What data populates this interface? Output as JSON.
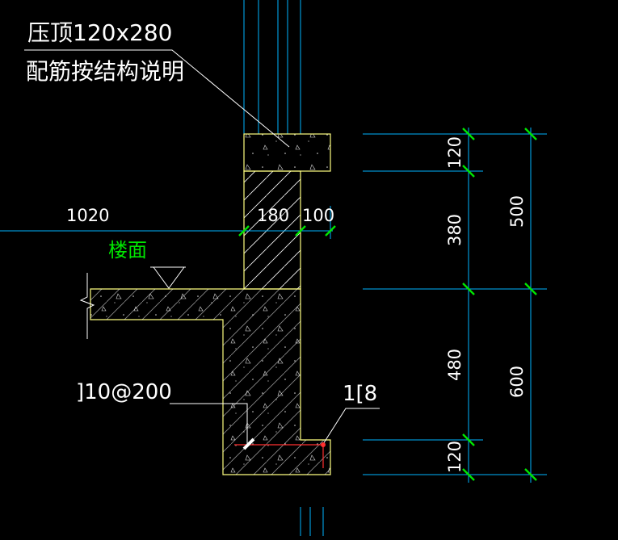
{
  "annotations": {
    "coping_title": "压顶120x280",
    "coping_note": "配筋按结构说明",
    "floor_label": "楼面",
    "rebar_left": "]10@200",
    "rebar_right": "1[8"
  },
  "dimensions": {
    "width_1020": "1020",
    "width_180": "180",
    "width_100": "100",
    "h_120_top": "120",
    "h_380": "380",
    "h_480": "480",
    "h_120_bottom": "120",
    "total_500": "500",
    "total_600": "600"
  },
  "colors": {
    "background": "#000000",
    "outline": "#ffff80",
    "dimension": "#00b4ff",
    "tick": "#00e600",
    "text_white": "#ffffff",
    "text_green": "#00e600",
    "leader": "#ffffff",
    "rebar": "#ff3030"
  }
}
